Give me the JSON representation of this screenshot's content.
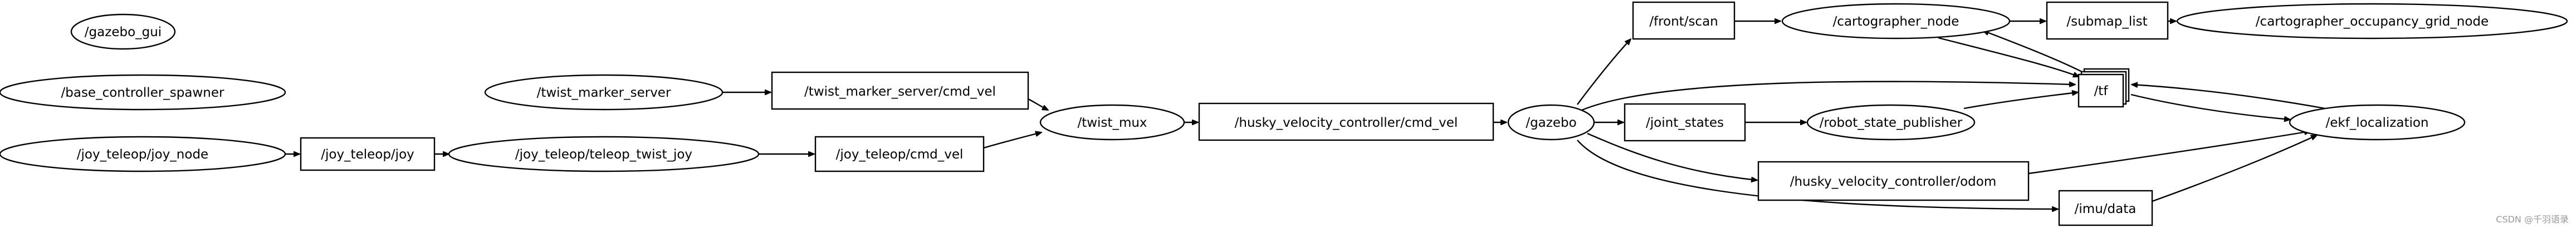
{
  "graph": {
    "nodes": {
      "gazebo_gui": {
        "label": "/gazebo_gui",
        "shape": "ellipse"
      },
      "base_controller_spawner": {
        "label": "/base_controller_spawner",
        "shape": "ellipse"
      },
      "joy_node": {
        "label": "/joy_teleop/joy_node",
        "shape": "ellipse"
      },
      "joy_topic": {
        "label": "/joy_teleop/joy",
        "shape": "box"
      },
      "teleop_twist_joy": {
        "label": "/joy_teleop/teleop_twist_joy",
        "shape": "ellipse"
      },
      "joy_cmd_vel": {
        "label": "/joy_teleop/cmd_vel",
        "shape": "box"
      },
      "twist_marker_server": {
        "label": "/twist_marker_server",
        "shape": "ellipse"
      },
      "twist_marker_cmd_vel": {
        "label": "/twist_marker_server/cmd_vel",
        "shape": "box"
      },
      "twist_mux": {
        "label": "/twist_mux",
        "shape": "ellipse"
      },
      "husky_cmd_vel": {
        "label": "/husky_velocity_controller/cmd_vel",
        "shape": "box"
      },
      "gazebo": {
        "label": "/gazebo",
        "shape": "ellipse"
      },
      "front_scan": {
        "label": "/front/scan",
        "shape": "box"
      },
      "cartographer_node": {
        "label": "/cartographer_node",
        "shape": "ellipse"
      },
      "submap_list": {
        "label": "/submap_list",
        "shape": "box"
      },
      "occupancy_grid_node": {
        "label": "/cartographer_occupancy_grid_node",
        "shape": "ellipse"
      },
      "tf": {
        "label": "/tf",
        "shape": "box3d"
      },
      "joint_states": {
        "label": "/joint_states",
        "shape": "box"
      },
      "robot_state_publisher": {
        "label": "/robot_state_publisher",
        "shape": "ellipse"
      },
      "husky_odom": {
        "label": "/husky_velocity_controller/odom",
        "shape": "box"
      },
      "imu_data": {
        "label": "/imu/data",
        "shape": "box"
      },
      "ekf_localization": {
        "label": "/ekf_localization",
        "shape": "ellipse"
      }
    },
    "edges": [
      {
        "from": "joy_node",
        "to": "joy_topic"
      },
      {
        "from": "joy_topic",
        "to": "teleop_twist_joy"
      },
      {
        "from": "teleop_twist_joy",
        "to": "joy_cmd_vel"
      },
      {
        "from": "joy_cmd_vel",
        "to": "twist_mux"
      },
      {
        "from": "twist_marker_server",
        "to": "twist_marker_cmd_vel"
      },
      {
        "from": "twist_marker_cmd_vel",
        "to": "twist_mux"
      },
      {
        "from": "twist_mux",
        "to": "husky_cmd_vel"
      },
      {
        "from": "husky_cmd_vel",
        "to": "gazebo"
      },
      {
        "from": "gazebo",
        "to": "front_scan"
      },
      {
        "from": "gazebo",
        "to": "tf"
      },
      {
        "from": "gazebo",
        "to": "joint_states"
      },
      {
        "from": "gazebo",
        "to": "husky_odom"
      },
      {
        "from": "gazebo",
        "to": "imu_data"
      },
      {
        "from": "front_scan",
        "to": "cartographer_node"
      },
      {
        "from": "cartographer_node",
        "to": "submap_list"
      },
      {
        "from": "cartographer_node",
        "to": "tf"
      },
      {
        "from": "tf",
        "to": "cartographer_node"
      },
      {
        "from": "submap_list",
        "to": "occupancy_grid_node"
      },
      {
        "from": "joint_states",
        "to": "robot_state_publisher"
      },
      {
        "from": "robot_state_publisher",
        "to": "tf"
      },
      {
        "from": "tf",
        "to": "ekf_localization"
      },
      {
        "from": "ekf_localization",
        "to": "tf"
      },
      {
        "from": "husky_odom",
        "to": "ekf_localization"
      },
      {
        "from": "imu_data",
        "to": "ekf_localization"
      }
    ],
    "watermark": "CSDN @千羽语录"
  }
}
